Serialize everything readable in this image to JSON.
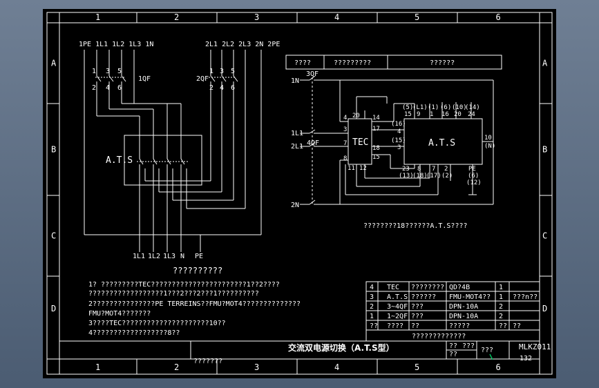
{
  "frame": {
    "col_labels": [
      "1",
      "2",
      "3",
      "4",
      "5",
      "6"
    ],
    "row_labels": [
      "A",
      "B",
      "C",
      "D"
    ]
  },
  "left_circuit": {
    "top_labels_1": "1PE 1L1  1L2  1L3  1N",
    "top_labels_2": "2L1  2L2  2L3  2N  2PE",
    "breaker1": "1QF",
    "breaker2": "2QF",
    "pins_top": [
      "1",
      "3",
      "5"
    ],
    "pins_bot": [
      "2",
      "4",
      "6"
    ],
    "ats_label": "A.T.S",
    "bottom_labels": [
      "1L1",
      "1L2",
      "1L3",
      "N",
      "PE"
    ]
  },
  "right_header": [
    "????",
    "?????????",
    "??????"
  ],
  "right_circuit": {
    "n1": "1N",
    "qf3": "3QF",
    "l11": "1L1",
    "l21": "2L1",
    "qf4": "4QF",
    "n2": "2N",
    "tec": "TEC",
    "ats": "A.T.S",
    "tec_pins": {
      "p4": "4",
      "p20": "20",
      "p14": "14",
      "p3": "3",
      "p17": "17",
      "p7": "7",
      "p18": "18",
      "p8": "8",
      "p15": "15",
      "p11": "11",
      "p12": "12"
    },
    "ats_top_pins": [
      {
        "a": "(5)",
        "b": "15"
      },
      {
        "a": "(L1)",
        "b": "9"
      },
      {
        "a": "(1)",
        "b": "1"
      },
      {
        "a": "(6)",
        "b": "16"
      },
      {
        "a": "(10)",
        "b": "20"
      },
      {
        "a": "(14)",
        "b": "24"
      }
    ],
    "ats_left_pins": [
      "(16)",
      "4",
      "(15)",
      "3"
    ],
    "ats_bot_pins": [
      {
        "a": "23",
        "b": "(13)"
      },
      {
        "a": "8",
        "b": "(18)"
      },
      {
        "a": "7",
        "b": "(17)"
      },
      {
        "a": "2",
        "b": "(2)"
      }
    ],
    "pe_pins": [
      "PE",
      "(6)",
      "(12)"
    ],
    "right_pins": [
      "10",
      "(N)"
    ],
    "caption": "????????18??????A.T.S????"
  },
  "notes": {
    "title": "??????????",
    "lines": [
      "1? ?????????TEC???????????????????????1??2????",
      "   ??????????????????1???2???2???1??????????",
      "2???????????????PE TERREINS??FMU?MOT4??????????????",
      "   FMU?MOT4???????",
      "3????TEC?????????????????????10??",
      "4??????????????????8??"
    ]
  },
  "parts_table": {
    "rows": [
      [
        "4",
        "TEC",
        "????????",
        "QD?4B",
        "1",
        ""
      ],
      [
        "3",
        "A.T.S",
        "??????",
        "FMU-MOT4??",
        "1",
        "???n??"
      ],
      [
        "2",
        "3~4QF",
        "???",
        "DPN-10A",
        "2",
        ""
      ],
      [
        "1",
        "1~2QF",
        "???",
        "DPN-10A",
        "2",
        ""
      ],
      [
        "??",
        "????",
        "??",
        "?????",
        "??",
        "??"
      ]
    ],
    "footer": "?????????????"
  },
  "title_block": {
    "drawing_title": "交流双电源切换（A.T.S型）",
    "left_note": "???????",
    "cell_a1": "??",
    "cell_a2": "??",
    "cell_b": "???",
    "cell_c": "???",
    "code": "MLKZ011",
    "number": "132"
  },
  "colors": {
    "background": "#5a6b80",
    "sheet": "#000000",
    "lines": "#ffffff",
    "accent_green": "#00c060"
  }
}
